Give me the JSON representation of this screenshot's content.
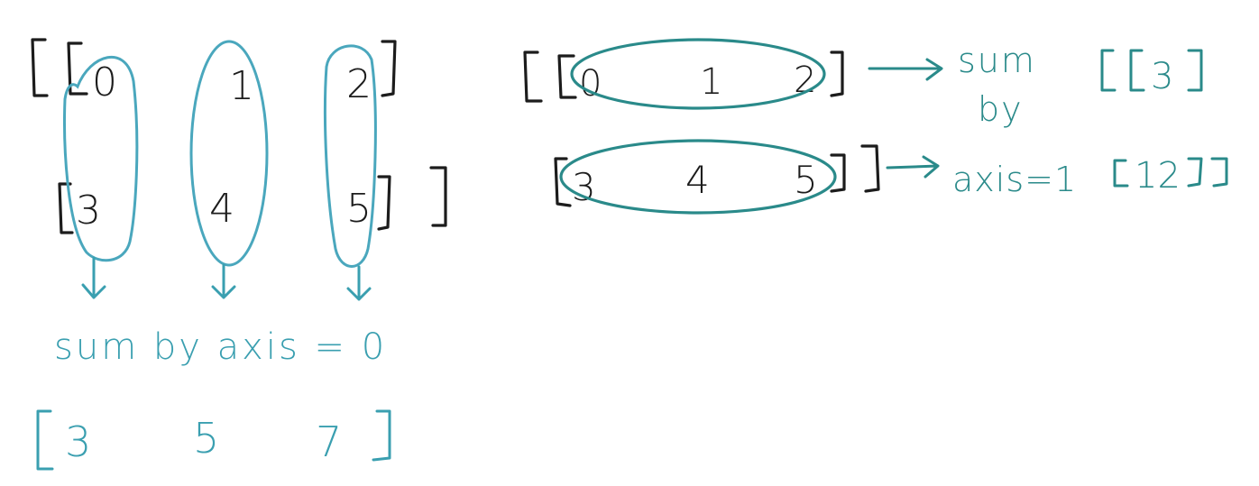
{
  "axis0": {
    "matrix_rows": [
      [
        "0",
        "1",
        "2"
      ],
      [
        "3",
        "4",
        "5"
      ]
    ],
    "operation_label": "sum by axis = 0",
    "result": [
      "3",
      "5",
      "7"
    ]
  },
  "axis1": {
    "matrix_rows": [
      [
        "0",
        "1",
        "2"
      ],
      [
        "3",
        "4",
        "5"
      ]
    ],
    "operation_lines": [
      "sum",
      "by",
      "axis=1"
    ],
    "result_rows": [
      "3",
      "12"
    ]
  },
  "colors": {
    "ink": "#1c1c1c",
    "column_loops": "#4aa7bd",
    "row_loops_and_results": "#2a8a8a"
  }
}
